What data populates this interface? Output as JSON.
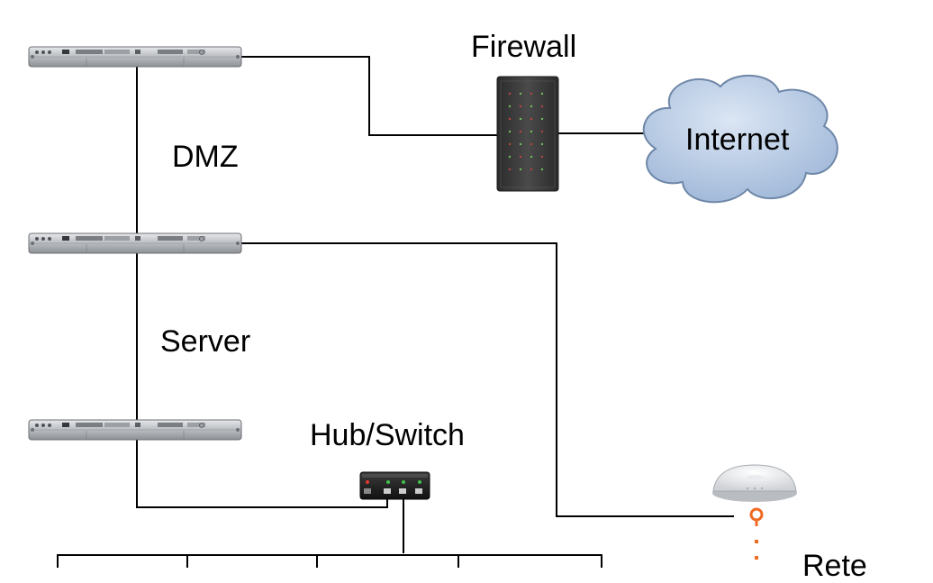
{
  "labels": {
    "firewall": "Firewall",
    "internet": "Internet",
    "dmz": "DMZ",
    "server": "Server",
    "hub_switch": "Hub/Switch",
    "rete": "Rete"
  },
  "devices": {
    "rack_servers": [
      "rack-server-icon",
      "rack-server-icon",
      "rack-server-icon"
    ],
    "firewall": "firewall-tower-icon",
    "internet": "cloud-icon",
    "hub": "network-switch-icon",
    "wireless": "wireless-base-station-icon"
  },
  "colors": {
    "line": "#000000",
    "cloud_fill": "#b3c9e6",
    "cloud_stroke": "#6f87a8",
    "wireless_dots": "#ef6a22",
    "firewall_body": "#3b3b3b"
  }
}
